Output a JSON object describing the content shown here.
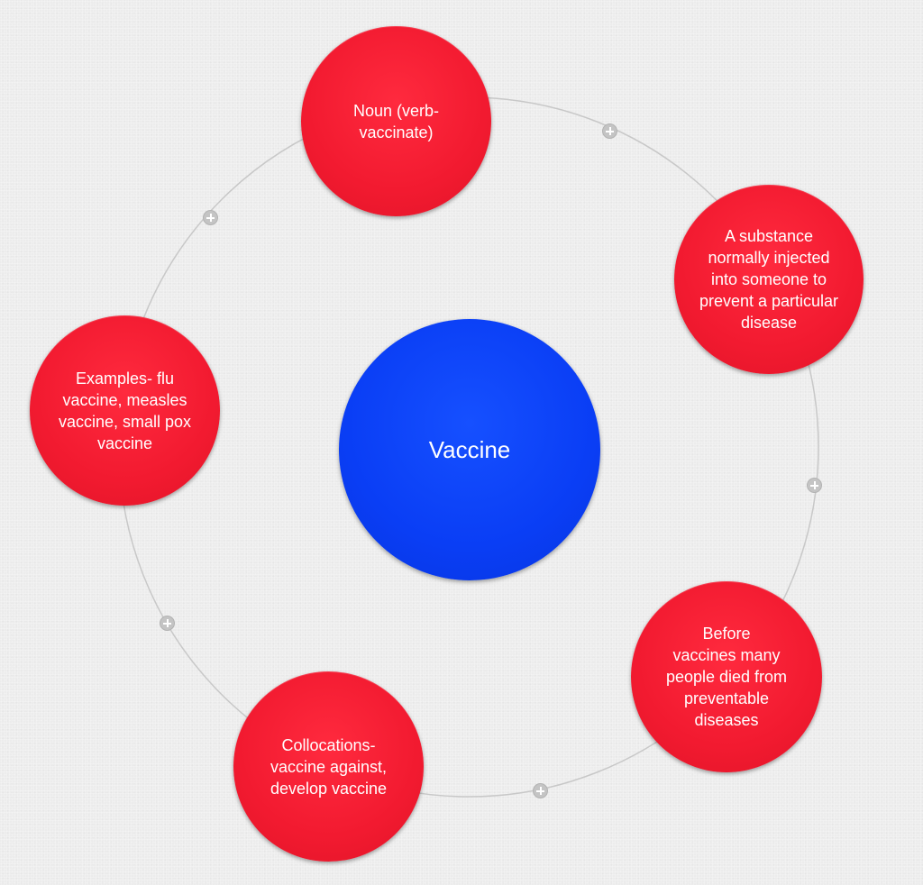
{
  "mindmap": {
    "center": {
      "label": "Vaccine",
      "color": "#0a3ef5"
    },
    "satellite_color": "#f21a30",
    "ring_color": "#c8c8c8",
    "nodes": [
      {
        "id": "noun",
        "label": "Noun (verb-\nvaccinate)"
      },
      {
        "id": "definition",
        "label": "A substance\nnormally injected\ninto someone to\nprevent a particular\ndisease"
      },
      {
        "id": "history",
        "label": "Before\nvaccines many\npeople died from\npreventable\ndiseases"
      },
      {
        "id": "collocations",
        "label": "Collocations-\nvaccine against,\ndevelop vaccine"
      },
      {
        "id": "examples",
        "label": "Examples- flu\nvaccine, measles\nvaccine, small pox\nvaccine"
      }
    ],
    "add_icon": "plus-circle-icon"
  }
}
